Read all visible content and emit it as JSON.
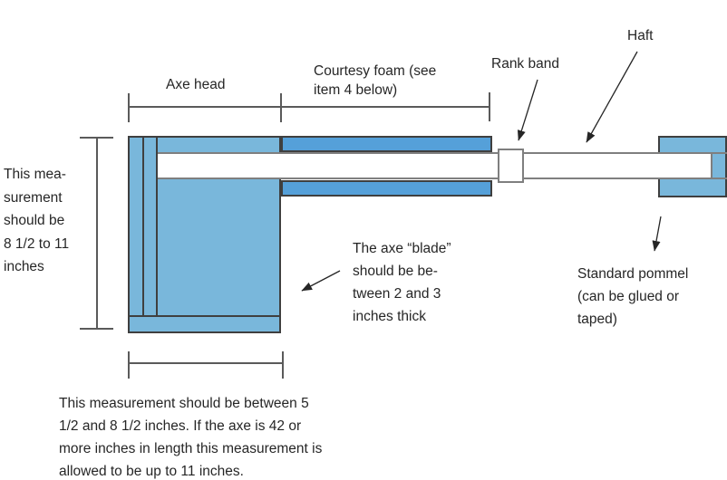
{
  "colors": {
    "canvas_bg": "#ffffff",
    "head_fill": "#79b7db",
    "foam_fill": "#55a0d9",
    "shape_outline": "#3f3f3f",
    "shaft_outline": "#7f7f7f",
    "dim_line": "#5a5a5a",
    "text": "#262626"
  },
  "labels": {
    "axe_head": "Axe head",
    "courtesy_foam": "Courtesy foam (see\nitem 4 below)",
    "rank_band": "Rank band",
    "haft": "Haft",
    "left_measurement": "This mea-\nsurement\nshould be\n8 1/2 to 11\ninches",
    "blade_note": "The axe “blade”\nshould be be-\ntween 2 and 3\ninches thick",
    "pommel_note": "Standard pommel\n(can be glued or\ntaped)",
    "bottom_note": "This measurement should be between 5\n1/2 and 8 1/2 inches. If the axe is 42 or\nmore inches in length this measurement is\nallowed to be up to 11 inches."
  }
}
